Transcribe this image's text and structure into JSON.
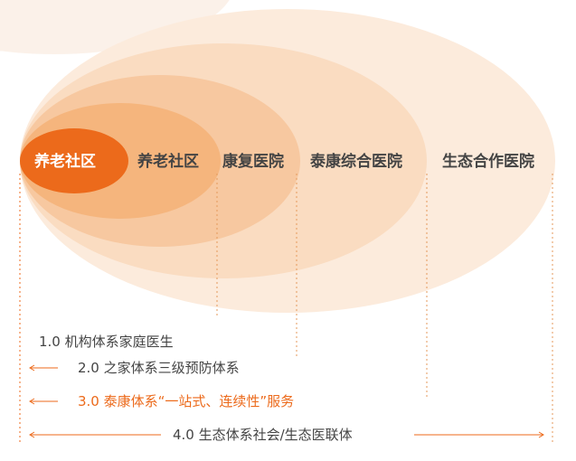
{
  "diagram": {
    "levels": [
      {
        "label": "养老社区",
        "color": "#ec6a1b"
      },
      {
        "label": "养老社区",
        "color": "#f5b57d"
      },
      {
        "label": "康复医院",
        "color": "#f7c8a0"
      },
      {
        "label": "泰康综合医院",
        "color": "#fadcc1"
      },
      {
        "label": "生态合作医院",
        "color": "#fcebdc"
      }
    ],
    "tiers": [
      {
        "text": "1.0 机构体系家庭医生",
        "color": "#444444"
      },
      {
        "text": "2.0 之家体系三级预防体系",
        "color": "#444444"
      },
      {
        "text": "3.0 泰康体系“一站式、连续性”服务",
        "color": "#ec6a1b"
      },
      {
        "text": "4.0 生态体系社会/生态医联体",
        "color": "#444444"
      }
    ]
  }
}
